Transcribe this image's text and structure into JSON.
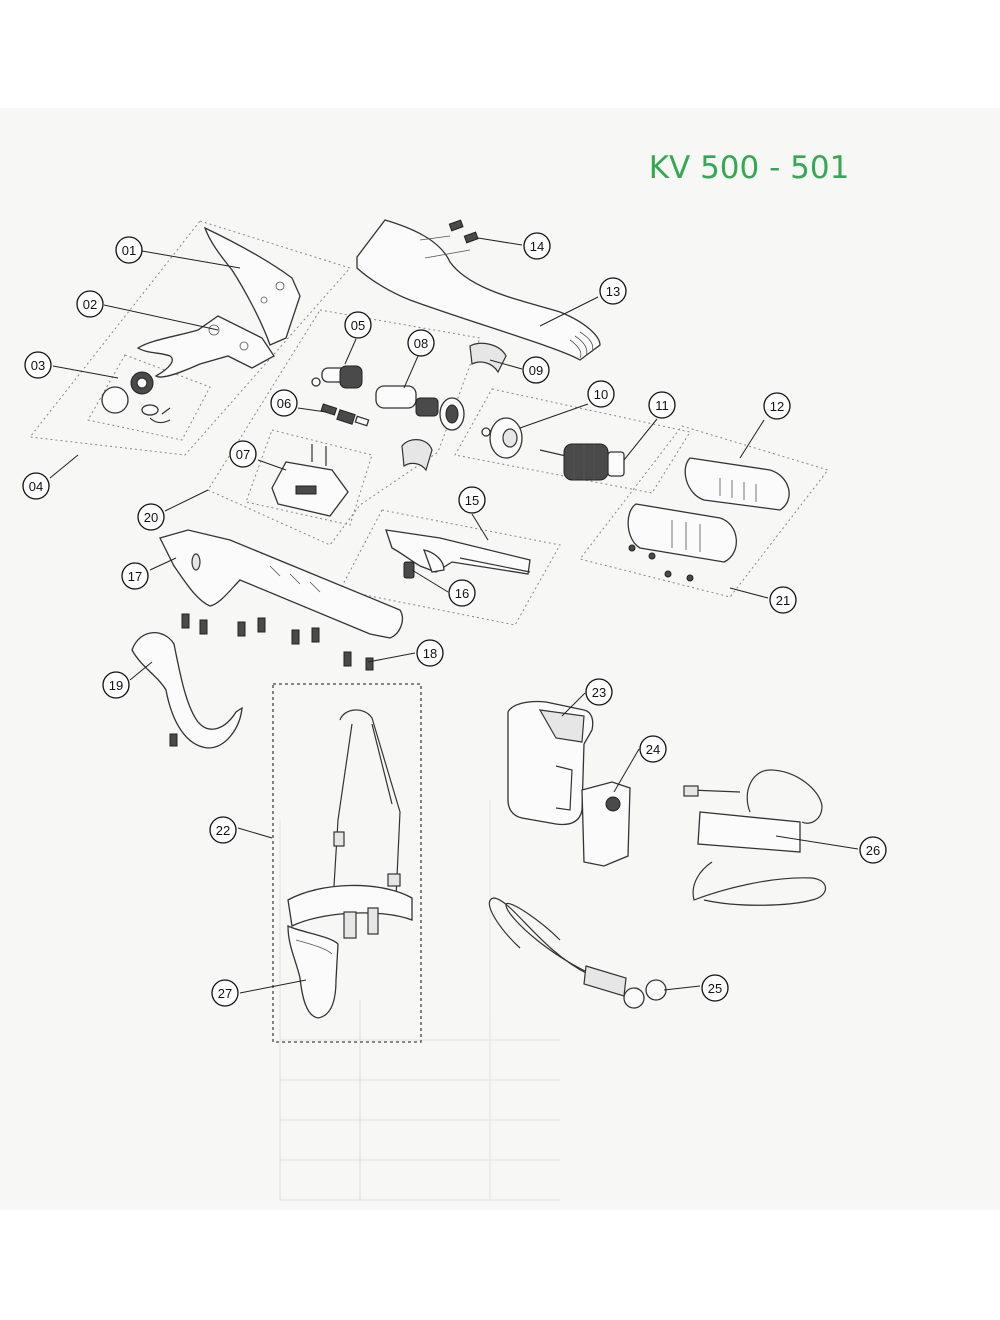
{
  "title": {
    "text": "KV 500 - 501",
    "color": "#34a853"
  },
  "labels": [
    {
      "id": "01",
      "text": "01"
    },
    {
      "id": "02",
      "text": "02"
    },
    {
      "id": "03",
      "text": "03"
    },
    {
      "id": "04",
      "text": "04"
    },
    {
      "id": "05",
      "text": "05"
    },
    {
      "id": "06",
      "text": "06"
    },
    {
      "id": "07",
      "text": "07"
    },
    {
      "id": "08",
      "text": "08"
    },
    {
      "id": "09",
      "text": "09"
    },
    {
      "id": "10",
      "text": "10"
    },
    {
      "id": "11",
      "text": "11"
    },
    {
      "id": "12",
      "text": "12"
    },
    {
      "id": "13",
      "text": "13"
    },
    {
      "id": "14",
      "text": "14"
    },
    {
      "id": "15",
      "text": "15"
    },
    {
      "id": "16",
      "text": "16"
    },
    {
      "id": "17",
      "text": "17"
    },
    {
      "id": "18",
      "text": "18"
    },
    {
      "id": "19",
      "text": "19"
    },
    {
      "id": "20",
      "text": "20"
    },
    {
      "id": "21",
      "text": "21"
    },
    {
      "id": "22",
      "text": "22"
    },
    {
      "id": "23",
      "text": "23"
    },
    {
      "id": "24",
      "text": "24"
    },
    {
      "id": "25",
      "text": "25"
    },
    {
      "id": "26",
      "text": "26"
    },
    {
      "id": "27",
      "text": "27"
    }
  ]
}
